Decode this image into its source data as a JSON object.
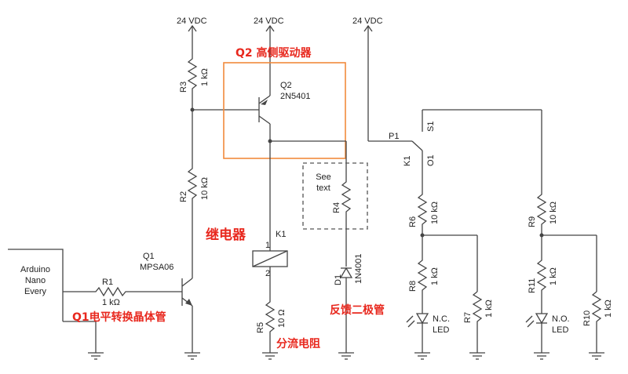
{
  "supply": {
    "label1": "24 VDC",
    "label2": "24 VDC",
    "label3": "24 VDC"
  },
  "arduino": {
    "line1": "Arduino",
    "line2": "Nano",
    "line3": "Every"
  },
  "q1": {
    "ref": "Q1",
    "part": "MPSA06"
  },
  "q2": {
    "ref": "Q2",
    "part": "2N5401"
  },
  "r1": {
    "ref": "R1",
    "value": "1 kΩ"
  },
  "r2": {
    "ref": "R2",
    "value": "10 kΩ"
  },
  "r3": {
    "ref": "R3",
    "value": "1 kΩ"
  },
  "r4": {
    "ref": "R4"
  },
  "r5": {
    "ref": "R5",
    "value": "10 Ω"
  },
  "r6": {
    "ref": "R6",
    "value": "10 kΩ"
  },
  "r7": {
    "ref": "R7",
    "value": "1 kΩ"
  },
  "r8": {
    "ref": "R8",
    "value": "1 kΩ"
  },
  "r9": {
    "ref": "R9",
    "value": "10 kΩ"
  },
  "r10": {
    "ref": "R10",
    "value": "1 kΩ"
  },
  "r11": {
    "ref": "R11",
    "value": "1 kΩ"
  },
  "d1": {
    "ref": "D1",
    "part": "1N4001"
  },
  "k1": {
    "ref": "K1",
    "pin1": "1",
    "pin2": "2",
    "switch_ref": "K1",
    "pin_p1": "P1",
    "pin_s1": "S1",
    "pin_o1": "O1"
  },
  "see_text": {
    "line1": "See",
    "line2": "text"
  },
  "led_nc": {
    "line1": "N.C.",
    "line2": "LED"
  },
  "led_no": {
    "line1": "N.O.",
    "line2": "LED"
  },
  "annotations": {
    "q2_driver": "Q2 高侧驱动器",
    "relay": "继电器",
    "q1_level": "Q1电平转换晶体管",
    "shunt": "分流电阻",
    "flyback": "反馈二极管"
  },
  "colors": {
    "wire": "#444444",
    "annotation": "#e8281e",
    "highlight_box": "#f28a3c",
    "dashed_box": "#555555"
  }
}
